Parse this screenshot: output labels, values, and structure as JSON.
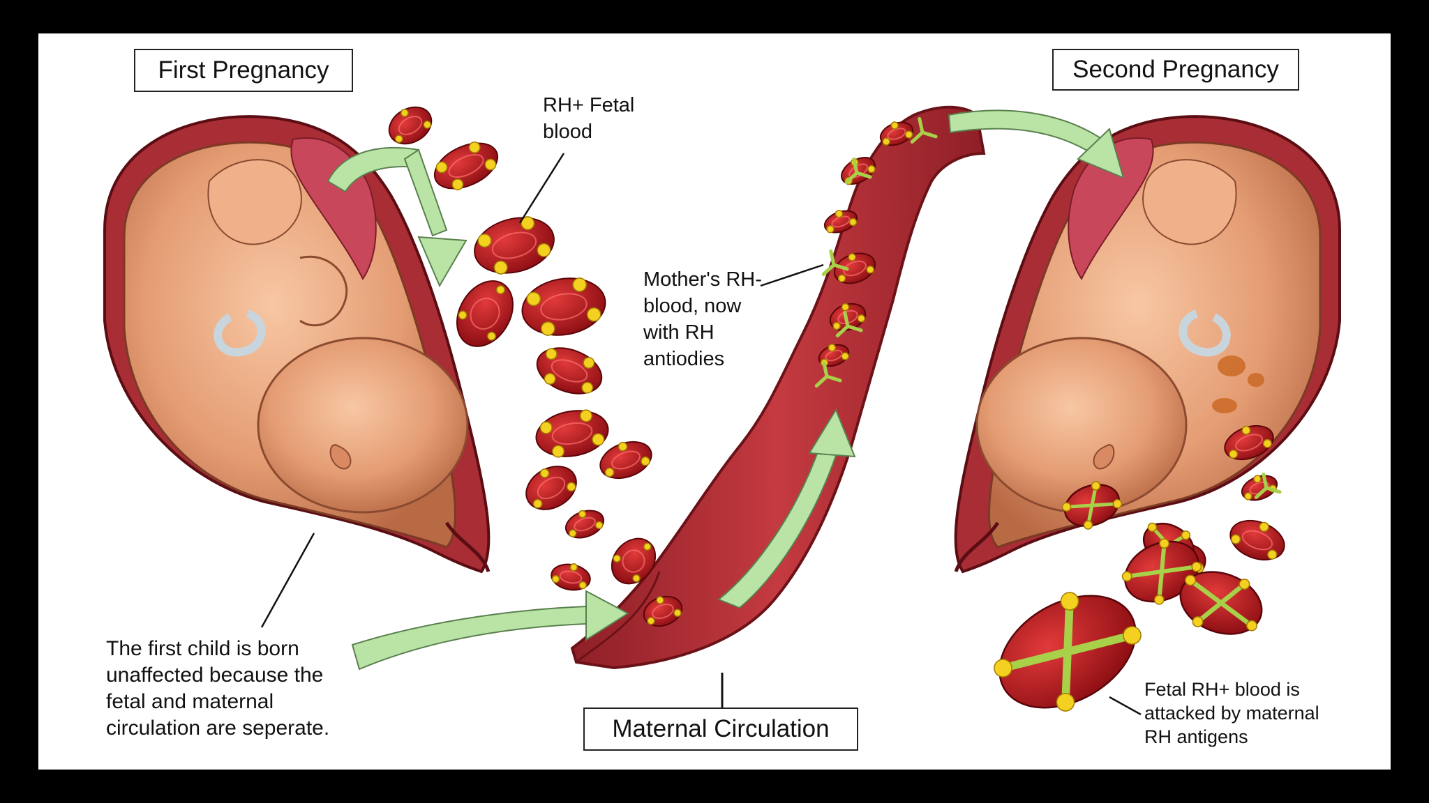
{
  "titles": {
    "first": "First Pregnancy",
    "second": "Second Pregnancy",
    "circulation": "Maternal Circulation"
  },
  "annotations": {
    "fetal_blood": "RH+ Fetal\nblood",
    "mother_blood": "Mother's RH-\nblood, now\nwith RH\nantiodies",
    "first_child": "The first child is born\nunaffected because the\nfetal and maternal\ncirculation are seperate.",
    "attacked": "Fetal RH+ blood is\nattacked by maternal\nRH antigens"
  },
  "colors": {
    "background": "#ffffff",
    "frame": "#000000",
    "vessel": "#b8323a",
    "cell": "#b5121b",
    "antigen": "#f4d020",
    "antibody": "#a8d048",
    "arrow": "#b9e4a6",
    "fetus": "#e6a27a"
  }
}
